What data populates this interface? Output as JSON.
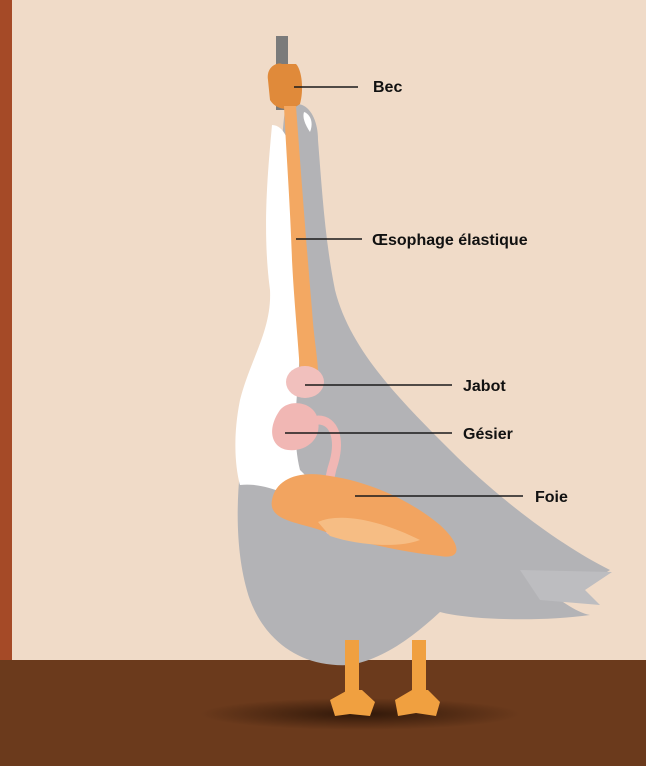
{
  "colors": {
    "wall": "#f0dbc8",
    "left_border": "#a54a27",
    "ground": "#6b3a1c",
    "goose_body": "#b3b3b6",
    "goose_belly": "#ffffff",
    "esophagus": "#f3a862",
    "crop": "#f1c0bd",
    "gizzard": "#f1b7b4",
    "liver": "#f2a460",
    "beak": "#e08a3a",
    "tube": "#7b7b7b",
    "feet": "#f0a040",
    "shadow": "#3a1e0c"
  },
  "labels": {
    "beak": "Bec",
    "esophagus": "Œsophage élastique",
    "crop": "Jabot",
    "gizzard": "Gésier",
    "liver": "Foie"
  }
}
